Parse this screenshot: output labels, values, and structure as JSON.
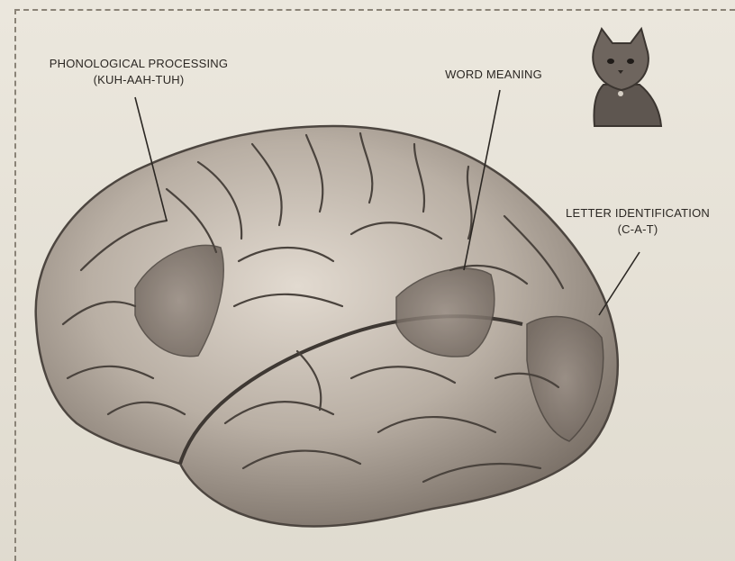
{
  "labels": {
    "phonological": {
      "line1": "PHONOLOGICAL PROCESSING",
      "line2": "(KUH-AAH-TUH)"
    },
    "word_meaning": {
      "line1": "WORD MEANING"
    },
    "letter_identification": {
      "line1": "LETTER IDENTIFICATION",
      "line2": "(C-A-T)"
    }
  },
  "icons": {
    "cat": "cat-icon",
    "brain": "brain-icon"
  },
  "colors": {
    "paper": "#e7e2d6",
    "ink": "#2b2723",
    "brain_base": "#b8aea3",
    "brain_shadow": "#6d645c",
    "highlight_region": "#8a7f76"
  }
}
